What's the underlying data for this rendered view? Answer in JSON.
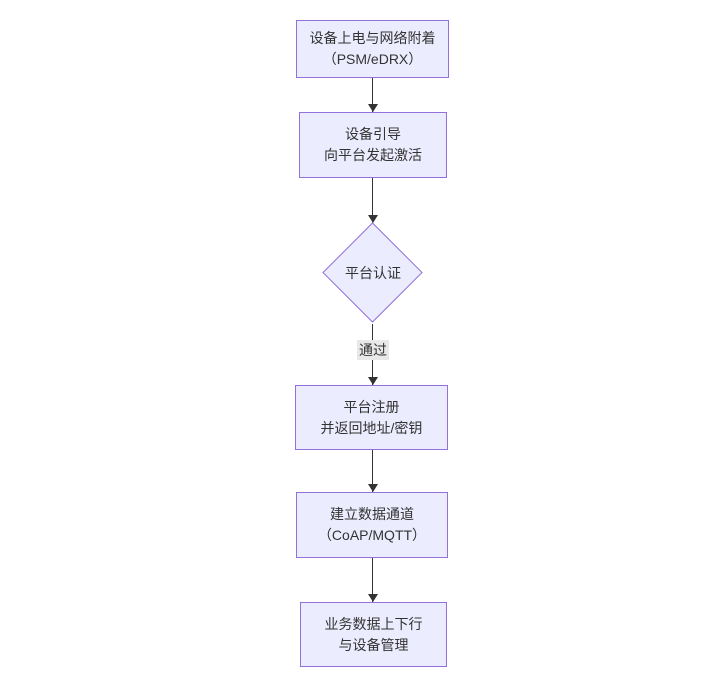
{
  "diagram": {
    "type": "flowchart-vertical",
    "background_color": "#ffffff",
    "node_fill_color": "#ECECFF",
    "node_border_color": "#9370DB",
    "text_color": "#333333",
    "arrow_color": "#333333",
    "edge_label_background": "#e8e8e8",
    "nodes": [
      {
        "id": "power-network-attach",
        "type": "rect",
        "line1": "设备上电与网络附着",
        "line2": "（PSM/eDRX）"
      },
      {
        "id": "device-bootstrap",
        "type": "rect",
        "line1": "设备引导",
        "line2": "向平台发起激活"
      },
      {
        "id": "platform-auth",
        "type": "diamond",
        "line1": "平台认证",
        "line2": ""
      },
      {
        "id": "platform-register",
        "type": "rect",
        "line1": "平台注册",
        "line2": "并返回地址/密钥"
      },
      {
        "id": "data-channel",
        "type": "rect",
        "line1": "建立数据通道",
        "line2": "（CoAP/MQTT）"
      },
      {
        "id": "business-data",
        "type": "rect",
        "line1": "业务数据上下行",
        "line2": "与设备管理"
      }
    ],
    "edges": [
      {
        "from": "power-network-attach",
        "to": "device-bootstrap",
        "label": ""
      },
      {
        "from": "device-bootstrap",
        "to": "platform-auth",
        "label": ""
      },
      {
        "from": "platform-auth",
        "to": "platform-register",
        "label": "通过"
      },
      {
        "from": "platform-register",
        "to": "data-channel",
        "label": ""
      },
      {
        "from": "data-channel",
        "to": "business-data",
        "label": ""
      }
    ]
  }
}
